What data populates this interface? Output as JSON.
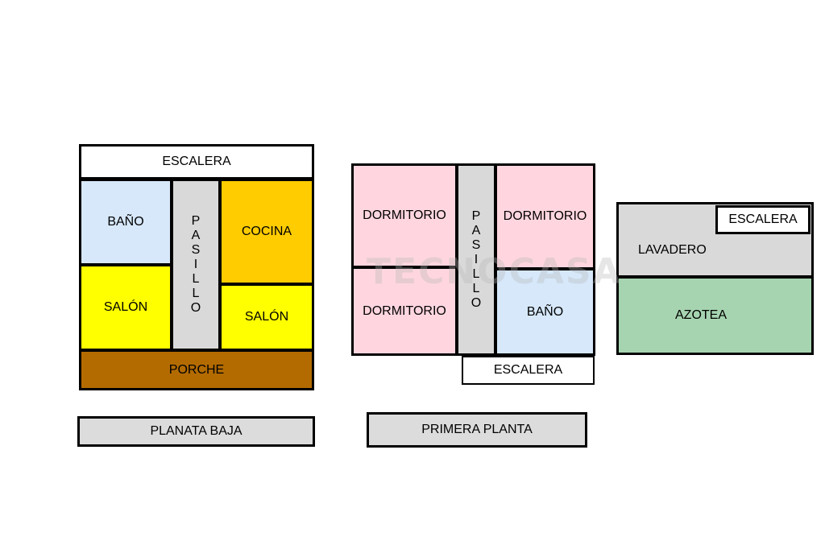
{
  "colors": {
    "bano": "#d6e8fa",
    "pasillo": "#d9d9d9",
    "cocina": "#ffcc00",
    "salon": "#ffff00",
    "porche": "#b36b00",
    "dormitorio": "#ffd6df",
    "lavadero": "#d9d9d9",
    "azotea": "#a6d4b0",
    "white": "#ffffff"
  },
  "planta_baja": {
    "escalera": "ESCALERA",
    "bano": "BAÑO",
    "pasillo": [
      "P",
      "A",
      "S",
      "I",
      "L",
      "L",
      "O"
    ],
    "cocina": "COCINA",
    "salon_left": "SALÓN",
    "salon_right": "SALÓN",
    "porche": "PORCHE",
    "caption": "PLANATA BAJA"
  },
  "primera_planta": {
    "dormitorio_tl": "DORMITORIO",
    "dormitorio_tr": "DORMITORIO",
    "dormitorio_bl": "DORMITORIO",
    "pasillo": [
      "P",
      "A",
      "S",
      "I",
      "L",
      "L",
      "O"
    ],
    "bano": "BAÑO",
    "escalera": "ESCALERA",
    "caption": "PRIMERA PLANTA"
  },
  "azotea_plan": {
    "escalera": "ESCALERA",
    "lavadero": "LAVADERO",
    "azotea": "AZOTEA"
  },
  "watermark": "TECNOCASA"
}
